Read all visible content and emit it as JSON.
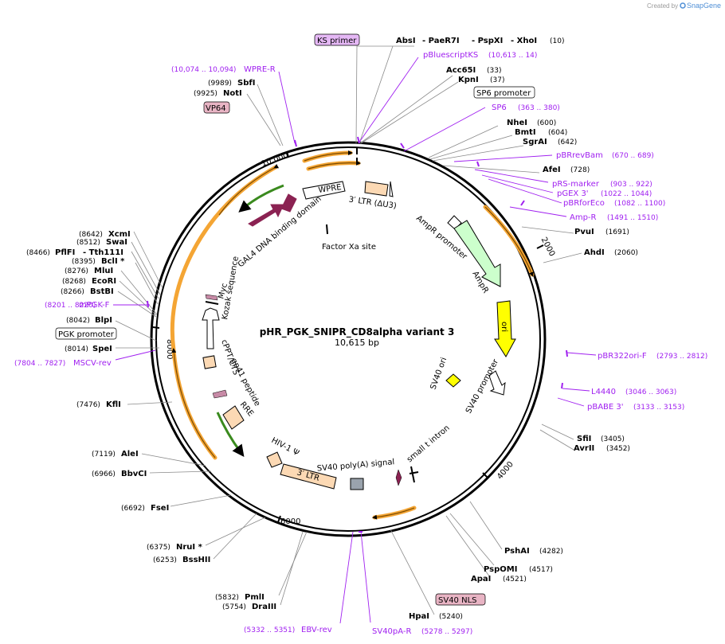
{
  "credit": {
    "prefix": "Created by",
    "brand": "SnapGene"
  },
  "plasmid": {
    "name": "pHR_PGK_SNIPR_CD8alpha variant 3",
    "length": "10,615 bp"
  },
  "ticks": [
    "2000",
    "4000",
    "6000",
    "8000",
    "10,000"
  ],
  "enzymes": [
    {
      "name": "AbsI",
      "pos": ""
    },
    {
      "name": "- PaeR7I",
      "pos": ""
    },
    {
      "name": "- PspXI",
      "pos": ""
    },
    {
      "name": "- XhoI",
      "pos": "(10)"
    },
    {
      "name": "Acc65I",
      "pos": "(33)"
    },
    {
      "name": "KpnI",
      "pos": "(37)"
    },
    {
      "name": "NheI",
      "pos": "(600)"
    },
    {
      "name": "BmtI",
      "pos": "(604)"
    },
    {
      "name": "SgrAI",
      "pos": "(642)"
    },
    {
      "name": "AfeI",
      "pos": "(728)"
    },
    {
      "name": "PvuI",
      "pos": "(1691)"
    },
    {
      "name": "AhdI",
      "pos": "(2060)"
    },
    {
      "name": "SfiI",
      "pos": "(3405)"
    },
    {
      "name": "AvrII",
      "pos": "(3452)"
    },
    {
      "name": "PshAI",
      "pos": "(4282)"
    },
    {
      "name": "PspOMI",
      "pos": "(4517)"
    },
    {
      "name": "ApaI",
      "pos": "(4521)"
    },
    {
      "name": "HpaI",
      "pos": "(5240)"
    },
    {
      "name": "PmlI",
      "pos": "(5832)"
    },
    {
      "name": "DraIII",
      "pos": "(5754)"
    },
    {
      "name": "NruI *",
      "pos": "(6375)"
    },
    {
      "name": "BssHII",
      "pos": "(6253)"
    },
    {
      "name": "FseI",
      "pos": "(6692)"
    },
    {
      "name": "BbvCI",
      "pos": "(6966)"
    },
    {
      "name": "AleI",
      "pos": "(7119)"
    },
    {
      "name": "KflI",
      "pos": "(7476)"
    },
    {
      "name": "SpeI",
      "pos": "(8014)"
    },
    {
      "name": "BlpI",
      "pos": "(8042)"
    },
    {
      "name": "BstBI",
      "pos": "(8266)"
    },
    {
      "name": "EcoRI",
      "pos": "(8268)"
    },
    {
      "name": "MluI",
      "pos": "(8276)"
    },
    {
      "name": "BclI *",
      "pos": "(8395)"
    },
    {
      "name": "PflFI",
      "pos": "(8466)"
    },
    {
      "name": "- Tth111I",
      "pos": ""
    },
    {
      "name": "SwaI",
      "pos": "(8512)"
    },
    {
      "name": "XcmI",
      "pos": "(8642)"
    },
    {
      "name": "NotI",
      "pos": "(9925)"
    },
    {
      "name": "SbfI",
      "pos": "(9989)"
    }
  ],
  "primers": [
    {
      "name": "pBluescriptKS",
      "range": "(10,613 .. 14)"
    },
    {
      "name": "SP6",
      "range": "(363 .. 380)"
    },
    {
      "name": "pBRrevBam",
      "range": "(670 .. 689)"
    },
    {
      "name": "pRS-marker",
      "range": "(903 .. 922)"
    },
    {
      "name": "pGEX 3'",
      "range": "(1022 .. 1044)"
    },
    {
      "name": "pBRforEco",
      "range": "(1082 .. 1100)"
    },
    {
      "name": "Amp-R",
      "range": "(1491 .. 1510)"
    },
    {
      "name": "pBR322ori-F",
      "range": "(2793 .. 2812)"
    },
    {
      "name": "L4440",
      "range": "(3046 .. 3063)"
    },
    {
      "name": "pBABE 3'",
      "range": "(3133 .. 3153)"
    },
    {
      "name": "SV40pA-R",
      "range": "(5278 .. 5297)"
    },
    {
      "name": "EBV-rev",
      "range": "(5332 .. 5351)"
    },
    {
      "name": "MSCV-rev",
      "range": "(7804 .. 7827)"
    },
    {
      "name": "mPGK-F",
      "range": "(8201 .. 8220)"
    },
    {
      "name": "WPRE-R",
      "range": "(10,074 .. 10,094)"
    }
  ],
  "boxed_labels": [
    "KS primer",
    "SP6 promoter",
    "VP64",
    "PGK promoter",
    "SV40 NLS"
  ],
  "features": {
    "wpre": "WPRE",
    "ltr3_du3": "3′ LTR (ΔU3)",
    "gal4": "GAL4 DNA binding domain",
    "factor_xa": "Factor Xa site",
    "ampr_promoter": "AmpR promoter",
    "ampr": "AmpR",
    "ori": "ori",
    "sv40_ori": "SV40 ori",
    "sv40_promoter": "SV40 promoter",
    "small_t": "small t intron",
    "sv40_polya": "SV40 poly(A) signal",
    "ltr3": "3′ LTR",
    "hiv_psi": "HIV-1 Ψ",
    "rre": "RRE",
    "gp41": "gp41 peptide",
    "cppt": "cPPT/CTS",
    "kozak": "Kozak sequence",
    "myc": "Myc"
  },
  "colors": {
    "primer": "#a020f0",
    "enzyme_line": "#9a9a9a",
    "backbone": "#000000",
    "ori": "#ffff00",
    "ampr": "#ccffcc",
    "ltr": "#fcd9b4",
    "gal4": "#8b2252",
    "orf_arc": "#f4a534",
    "green_arc": "#3a8a1e",
    "sv40pa": "#9aa3ad",
    "boxed_pink": "#e8b4c4",
    "boxed_purple": "#e5b8f5"
  }
}
